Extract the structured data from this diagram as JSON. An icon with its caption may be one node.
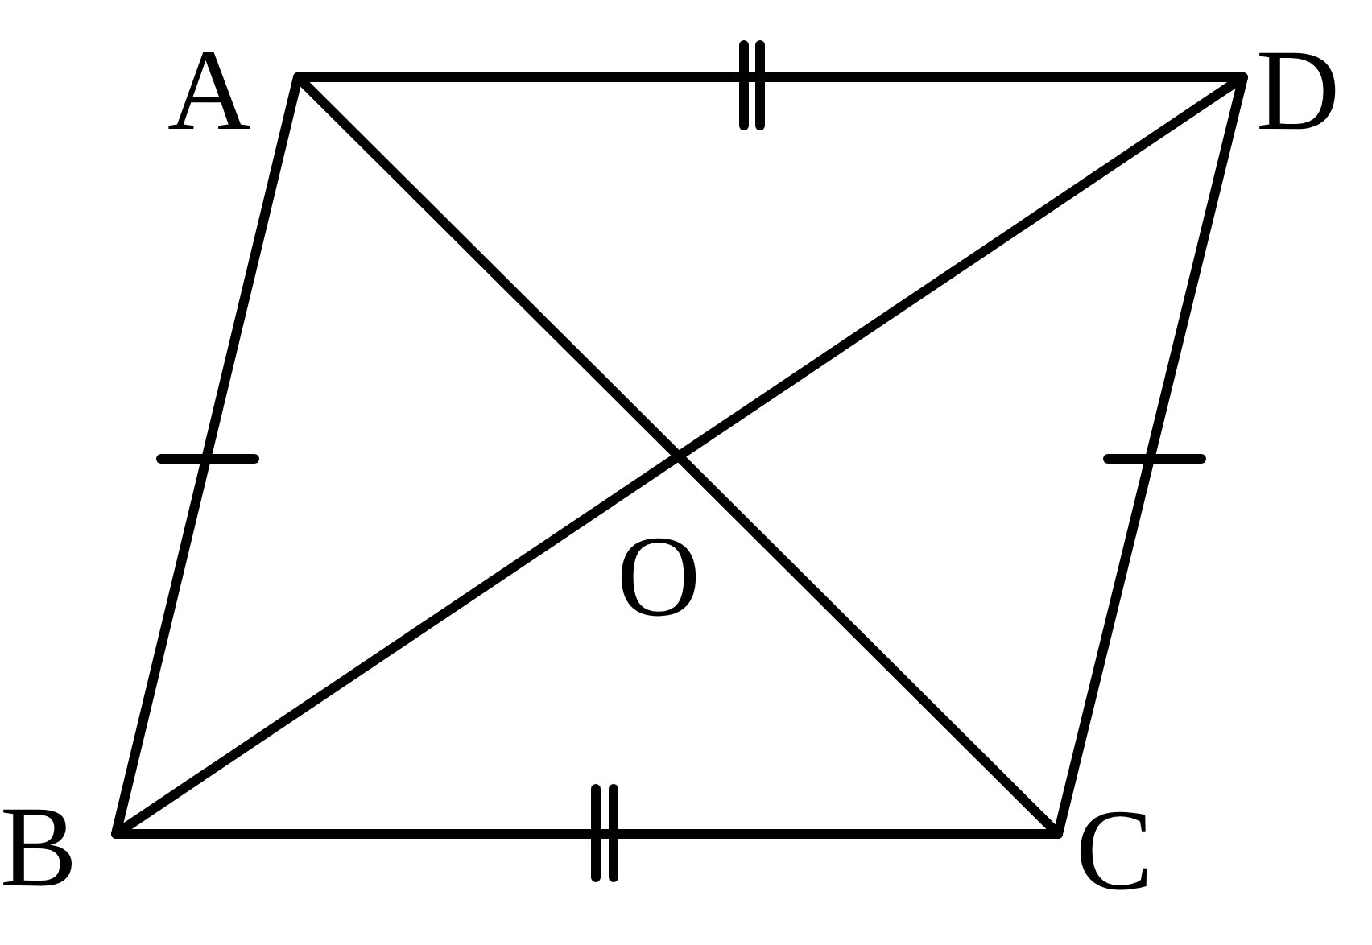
{
  "diagram": {
    "labels": [
      "A",
      "D",
      "O",
      "B",
      "C"
    ]
  }
}
